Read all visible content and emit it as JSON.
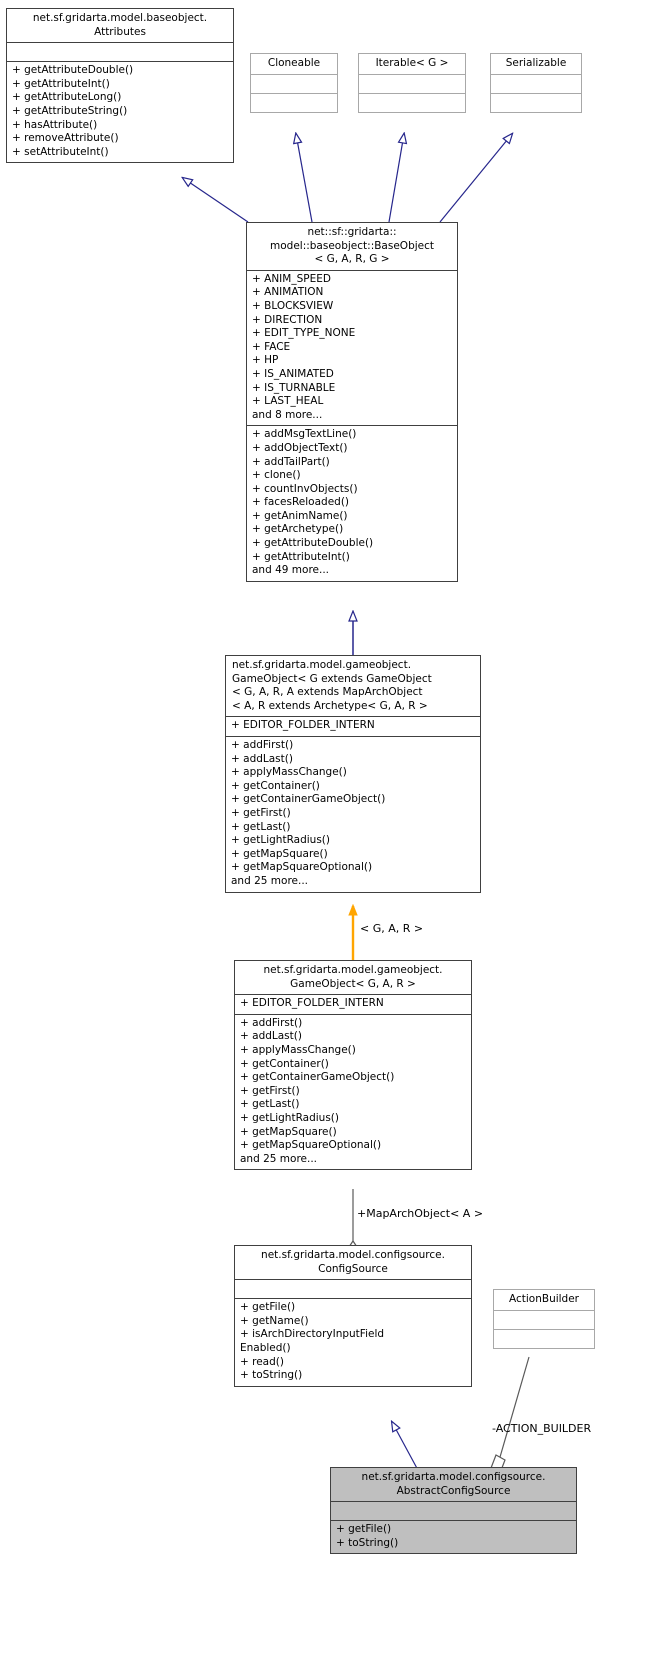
{
  "diagram": {
    "kind": "uml-class-diagram",
    "colors": {
      "inheritance_arrow": "#26268c",
      "template_arrow": "#ffa500",
      "aggregation_line": "#595959",
      "box_border": "#404040",
      "thin_box_border": "#a8a8a8",
      "highlight_fill": "#bfbfbf",
      "background": "#ffffff"
    },
    "classes": [
      {
        "id": "attributes",
        "title": "net.sf.gridarta.model.baseobject.\nAttributes",
        "attributes": "",
        "operations": "+ getAttributeDouble()\n+ getAttributeInt()\n+ getAttributeLong()\n+ getAttributeString()\n+ hasAttribute()\n+ removeAttribute()\n+ setAttributeInt()",
        "style": "normal"
      },
      {
        "id": "cloneable",
        "title": "Cloneable",
        "attributes": "",
        "operations": "",
        "style": "thin"
      },
      {
        "id": "iterable",
        "title": "Iterable< G >",
        "attributes": "",
        "operations": "",
        "style": "thin"
      },
      {
        "id": "serializable",
        "title": "Serializable",
        "attributes": "",
        "operations": "",
        "style": "thin"
      },
      {
        "id": "baseobject",
        "title": "net::sf::gridarta::\nmodel::baseobject::BaseObject\n< G, A, R, G >",
        "attributes": "+ ANIM_SPEED\n+ ANIMATION\n+ BLOCKSVIEW\n+ DIRECTION\n+ EDIT_TYPE_NONE\n+ FACE\n+ HP\n+ IS_ANIMATED\n+ IS_TURNABLE\n+ LAST_HEAL\nand 8 more...",
        "operations": "+ addMsgTextLine()\n+ addObjectText()\n+ addTailPart()\n+ clone()\n+ countInvObjects()\n+ facesReloaded()\n+ getAnimName()\n+ getArchetype()\n+ getAttributeDouble()\n+ getAttributeInt()\nand 49 more...",
        "style": "normal"
      },
      {
        "id": "gameobject-generic",
        "title": "net.sf.gridarta.model.gameobject.\nGameObject< G extends GameObject\n< G, A, R, A extends MapArchObject\n< A, R extends Archetype< G, A, R >",
        "attributes": "+ EDITOR_FOLDER_INTERN",
        "operations": "+ addFirst()\n+ addLast()\n+ applyMassChange()\n+ getContainer()\n+ getContainerGameObject()\n+ getFirst()\n+ getLast()\n+ getLightRadius()\n+ getMapSquare()\n+ getMapSquareOptional()\nand 25 more...",
        "style": "normal"
      },
      {
        "id": "gameobject-bound",
        "title": "net.sf.gridarta.model.gameobject.\nGameObject< G, A, R >",
        "attributes": "+ EDITOR_FOLDER_INTERN",
        "operations": "+ addFirst()\n+ addLast()\n+ applyMassChange()\n+ getContainer()\n+ getContainerGameObject()\n+ getFirst()\n+ getLast()\n+ getLightRadius()\n+ getMapSquare()\n+ getMapSquareOptional()\nand 25 more...",
        "style": "normal"
      },
      {
        "id": "configsource",
        "title": "net.sf.gridarta.model.configsource.\nConfigSource",
        "attributes": "",
        "operations": "+ getFile()\n+ getName()\n+ isArchDirectoryInputField\nEnabled()\n+ read()\n+ toString()",
        "style": "normal"
      },
      {
        "id": "actionbuilder",
        "title": "ActionBuilder",
        "attributes": "",
        "operations": "",
        "style": "thin"
      },
      {
        "id": "abstractconfigsource",
        "title": "net.sf.gridarta.model.configsource.\nAbstractConfigSource",
        "attributes": "",
        "operations": "+ getFile()\n+ toString()",
        "style": "highlight"
      }
    ],
    "edge_labels": [
      {
        "id": "template-gar",
        "text": "< G, A, R >"
      },
      {
        "id": "maparchobject-role",
        "text": "+MapArchObject< A >"
      },
      {
        "id": "action-builder-role",
        "text": "-ACTION_BUILDER"
      }
    ]
  }
}
